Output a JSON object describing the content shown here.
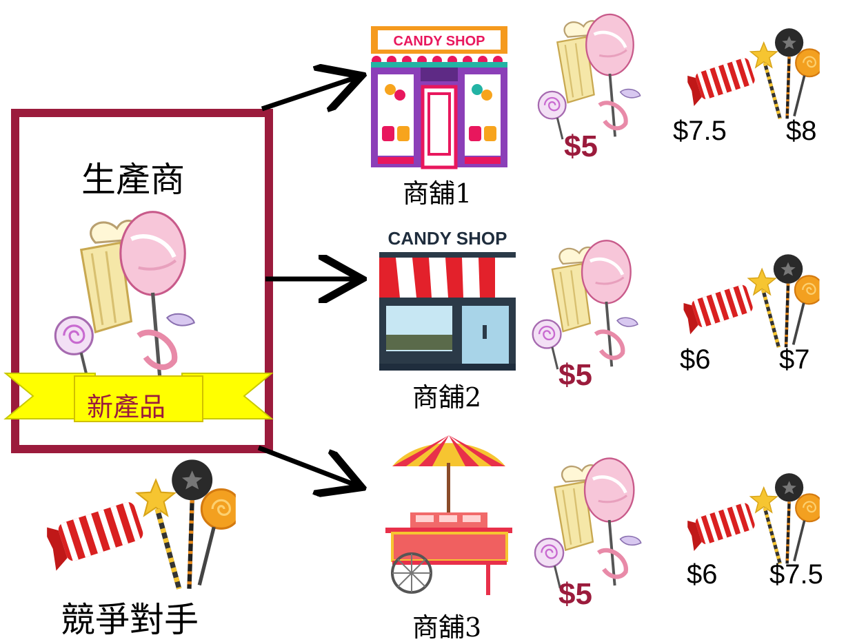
{
  "producer": {
    "title": "生產商",
    "banner_label": "新產品"
  },
  "competitor": {
    "label": "競爭對手"
  },
  "shops": [
    {
      "name": "商舖1",
      "sign": "CANDY SHOP",
      "new_product_price": "$5",
      "competitor_prices": [
        "$7.5",
        "$8"
      ]
    },
    {
      "name": "商舖2",
      "sign": "CANDY SHOP",
      "new_product_price": "$5",
      "competitor_prices": [
        "$6",
        "$7"
      ]
    },
    {
      "name": "商舖3",
      "new_product_price": "$5",
      "competitor_prices": [
        "$6",
        "$7.5"
      ]
    }
  ],
  "colors": {
    "producer_border": "#9b1b3c",
    "new_price": "#9b1b3c",
    "banner_fill": "#ffff00"
  },
  "icons": {
    "new_product": "cotton-candy-sweets-icon",
    "competitor_products": "candy-and-lollipops-icon",
    "shop1": "candy-shop-storefront-icon",
    "shop2": "awning-storefront-icon",
    "shop3": "candy-cart-icon"
  }
}
